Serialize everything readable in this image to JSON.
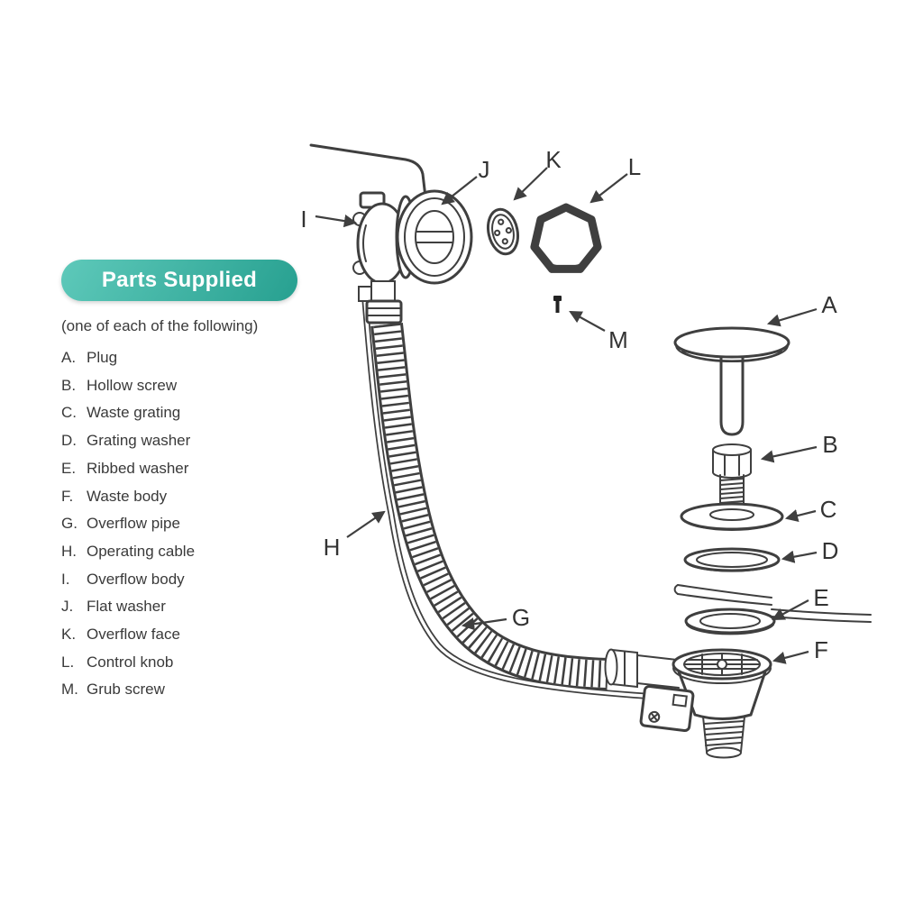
{
  "badge": {
    "label": "Parts Supplied"
  },
  "subtitle": "(one of each of the following)",
  "parts": [
    {
      "key": "A.",
      "name": "Plug"
    },
    {
      "key": "B.",
      "name": "Hollow screw"
    },
    {
      "key": "C.",
      "name": "Waste grating"
    },
    {
      "key": "D.",
      "name": "Grating washer"
    },
    {
      "key": "E.",
      "name": "Ribbed washer"
    },
    {
      "key": "F.",
      "name": "Waste body"
    },
    {
      "key": "G.",
      "name": "Overflow pipe"
    },
    {
      "key": "H.",
      "name": "Operating cable"
    },
    {
      "key": "I.",
      "name": "Overflow body"
    },
    {
      "key": "J.",
      "name": "Flat washer"
    },
    {
      "key": "K.",
      "name": "Overflow face"
    },
    {
      "key": "L.",
      "name": "Control knob"
    },
    {
      "key": "M.",
      "name": "Grub screw"
    }
  ],
  "diagram": {
    "labels": {
      "A": "A",
      "B": "B",
      "C": "C",
      "D": "D",
      "E": "E",
      "F": "F",
      "G": "G",
      "H": "H",
      "I": "I",
      "J": "J",
      "K": "K",
      "L": "L",
      "M": "M"
    }
  },
  "colors": {
    "badge_teal_1": "#5ec9ba",
    "badge_teal_2": "#27a090",
    "line": "#3f3f3f",
    "text": "#3a3a3a"
  }
}
